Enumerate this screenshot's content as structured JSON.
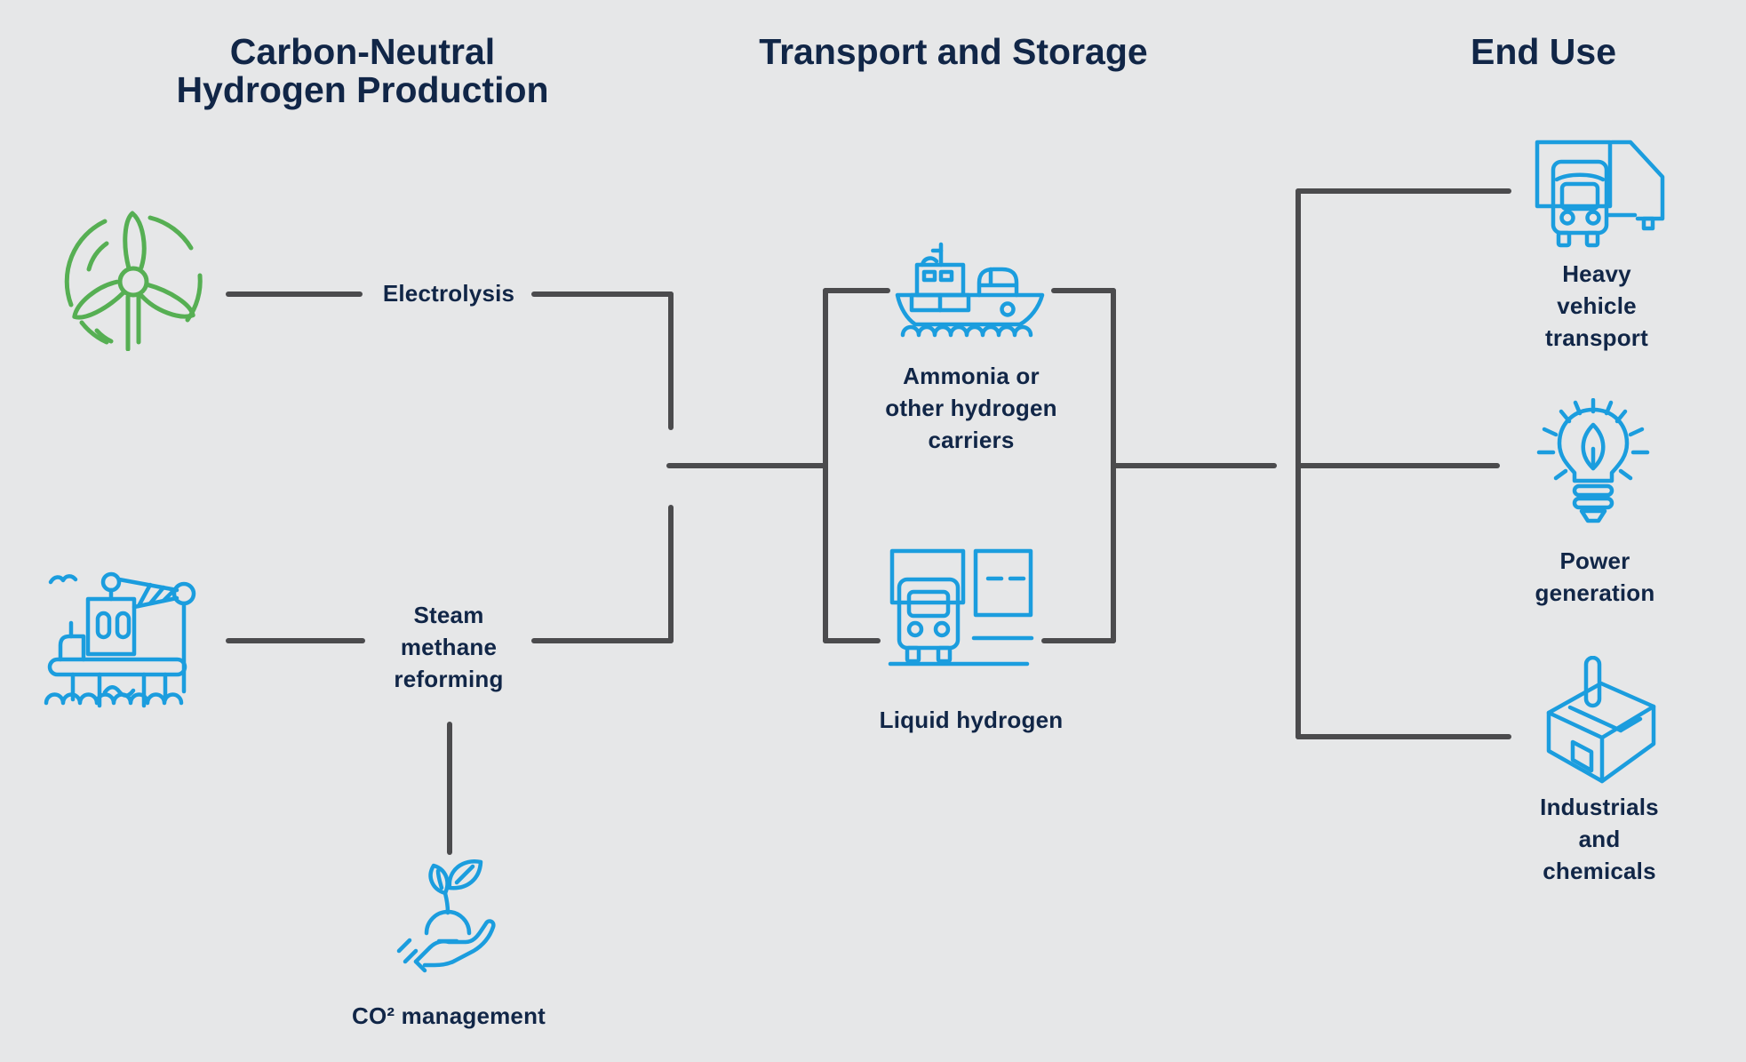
{
  "colors": {
    "background": "#E6E7E8",
    "heading_text": "#112647",
    "label_text": "#112647",
    "connector_line": "#4B4B4D",
    "icon_blue": "#1B9DDE",
    "icon_green": "#56AF53"
  },
  "headers": {
    "production": "Carbon-Neutral\nHydrogen Production",
    "transport_storage": "Transport and Storage",
    "end_use": "End Use"
  },
  "production": {
    "electrolysis": {
      "icon": "wind-turbine-icon",
      "label": "Electrolysis"
    },
    "steam_methane_reforming": {
      "icon": "offshore-platform-icon",
      "label": "Steam\nmethane\nreforming"
    },
    "co2_management": {
      "icon": "seedling-in-hand-icon",
      "label": "CO² management"
    }
  },
  "transport_storage": {
    "ammonia": {
      "icon": "cargo-ship-icon",
      "label": "Ammonia or\nother hydrogen\ncarriers"
    },
    "liquid_hydrogen": {
      "icon": "truck-container-icon",
      "label": "Liquid hydrogen"
    }
  },
  "end_use": {
    "heavy_vehicle_transport": {
      "icon": "semi-truck-icon",
      "label": "Heavy vehicle\ntransport"
    },
    "power_generation": {
      "icon": "eco-lightbulb-icon",
      "label": "Power\ngeneration"
    },
    "industrials_chemicals": {
      "icon": "factory-box-icon",
      "label": "Industrials and\nchemicals"
    }
  }
}
